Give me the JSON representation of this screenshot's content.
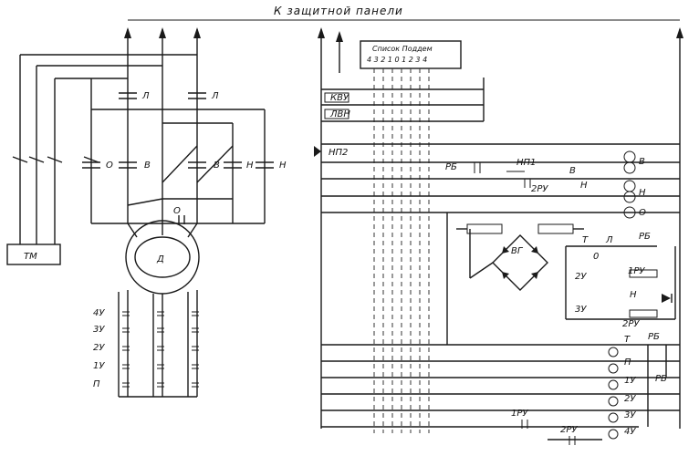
{
  "title": "К защитной панели",
  "labels": {
    "tm": "ТМ",
    "motor": "Д",
    "l1": "Л",
    "l2": "Л",
    "o_contact": "О",
    "v1": "В",
    "v2": "В",
    "n1": "Н",
    "n2": "Н",
    "o_motor": "О",
    "y4": "4У",
    "y3": "3У",
    "y2": "2У",
    "y1": "1У",
    "p_res": "П",
    "spec_line1": "Список Поддем",
    "spec_line2": "4 3 2 1 0 1 2 3 4",
    "kvu": "КВУ",
    "lvn": "ЛВН",
    "np2": "НП2",
    "rb1": "РБ",
    "np1": "НП1",
    "ru2_top": "2РУ",
    "v_top": "В",
    "n_top": "Н",
    "vg": "ВГ",
    "t_ctrl": "Т",
    "l_ctrl": "Л",
    "rb2": "РБ",
    "o_ctrl": "0",
    "u2": "2У",
    "ru1": "1РУ",
    "n_ctrl": "Н",
    "u3": "3У",
    "ru2_mid": "2РУ",
    "t_low": "Т",
    "rb3": "РБ",
    "p_low": "П",
    "u1_low": "1У",
    "rb4": "РБ",
    "u2_low": "2У",
    "u3_low": "3У",
    "ru1_low": "1РУ",
    "ru2_low": "2РУ",
    "u4_low": "4У",
    "v_coil": "В",
    "n_coil": "Н",
    "o_coil": "О"
  }
}
